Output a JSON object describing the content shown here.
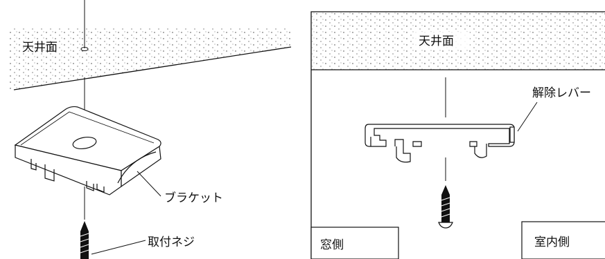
{
  "left_panel": {
    "ceiling_label": "天井面",
    "bracket_label": "ブラケット",
    "screw_label": "取付ネジ"
  },
  "right_panel": {
    "ceiling_label": "天井面",
    "lever_label": "解除レバー",
    "window_side_label": "窓側",
    "indoor_side_label": "室内側"
  },
  "colors": {
    "line": "#111111",
    "background": "#ffffff"
  }
}
